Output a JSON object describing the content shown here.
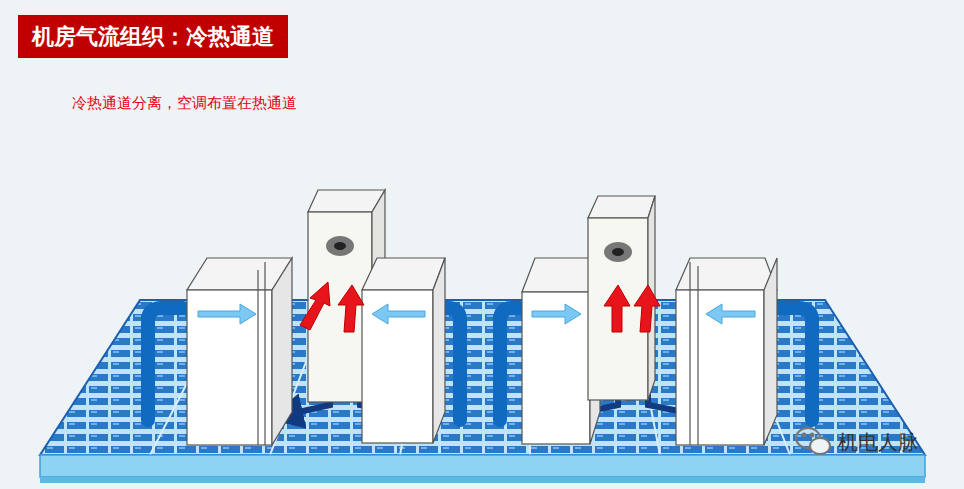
{
  "diagram": {
    "title": "机房气流组织：冷热通道",
    "labels": [
      "冷热通道分离，空调布置在热通道",
      "机电人脉"
    ]
  }
}
